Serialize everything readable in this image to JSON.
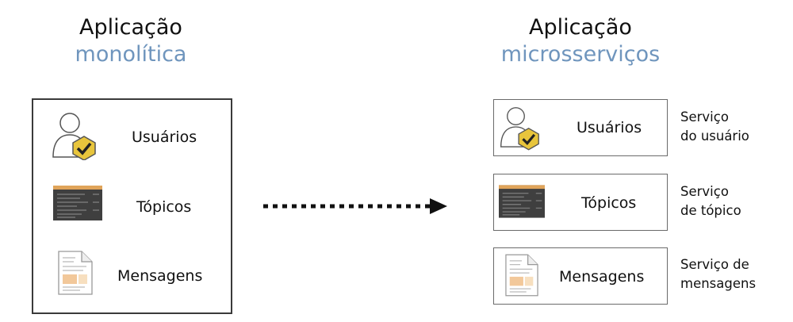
{
  "left": {
    "title_line1": "Aplicação",
    "title_line2": "monolítica",
    "modules": [
      {
        "label": "Usuários",
        "icon": "user-shield-icon"
      },
      {
        "label": "Tópicos",
        "icon": "topics-panel-icon"
      },
      {
        "label": "Mensagens",
        "icon": "document-icon"
      }
    ]
  },
  "right": {
    "title_line1": "Aplicação",
    "title_line2": "microsserviços",
    "services": [
      {
        "label": "Usuários",
        "icon": "user-shield-icon",
        "name_line1": "Serviço",
        "name_line2": "do usuário"
      },
      {
        "label": "Tópicos",
        "icon": "topics-panel-icon",
        "name_line1": "Serviço",
        "name_line2": "de tópico"
      },
      {
        "label": "Mensagens",
        "icon": "document-icon",
        "name_line1": "Serviço de",
        "name_line2": "mensagens"
      }
    ]
  },
  "colors": {
    "accent_blue": "#6f95bd",
    "badge_yellow": "#e8c53c",
    "panel_orange": "#e0a45a",
    "panel_dark": "#3f3f3f"
  }
}
